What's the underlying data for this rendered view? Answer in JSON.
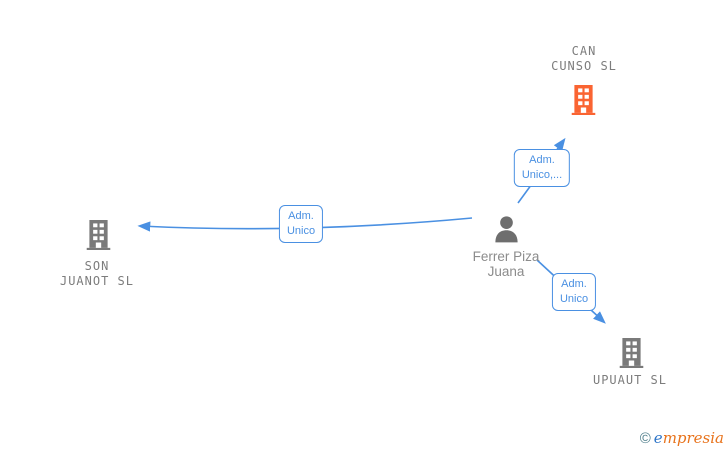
{
  "diagram": {
    "nodes": {
      "can_cunso": {
        "line1": "CAN",
        "line2": "CUNSO SL",
        "type": "company",
        "icon": "building-icon",
        "icon_color": "#fa6432"
      },
      "son_juanot": {
        "line1": "SON",
        "line2": "JUANOT SL",
        "type": "company",
        "icon": "building-icon",
        "icon_color": "#7a7a7a"
      },
      "upuaut": {
        "line1": "UPUAUT SL",
        "type": "company",
        "icon": "building-icon",
        "icon_color": "#7a7a7a"
      },
      "person": {
        "line1": "Ferrer Piza",
        "line2": "Juana",
        "type": "person",
        "icon": "person-icon",
        "icon_color": "#6e6e6e"
      }
    },
    "edge_labels": {
      "person_to_can_cunso": {
        "line1": "Adm.",
        "line2": "Unico,..."
      },
      "person_to_son_juanot": {
        "line1": "Adm.",
        "line2": "Unico"
      },
      "person_to_upuaut": {
        "line1": "Adm.",
        "line2": "Unico"
      }
    }
  },
  "footer": {
    "copyright_symbol": "©",
    "brand_initial": "e",
    "brand_rest": "mpresia"
  },
  "colors": {
    "edge_blue": "#4a90e2",
    "building_gray": "#7a7a7a",
    "building_orange": "#fa6432",
    "company_text_gray": "#7d7d7d",
    "person_text_gray": "#8c8c8c",
    "brand_blue": "#2e75c8",
    "brand_orange": "#e8731c",
    "copyright_teal": "#4d7d8a"
  }
}
